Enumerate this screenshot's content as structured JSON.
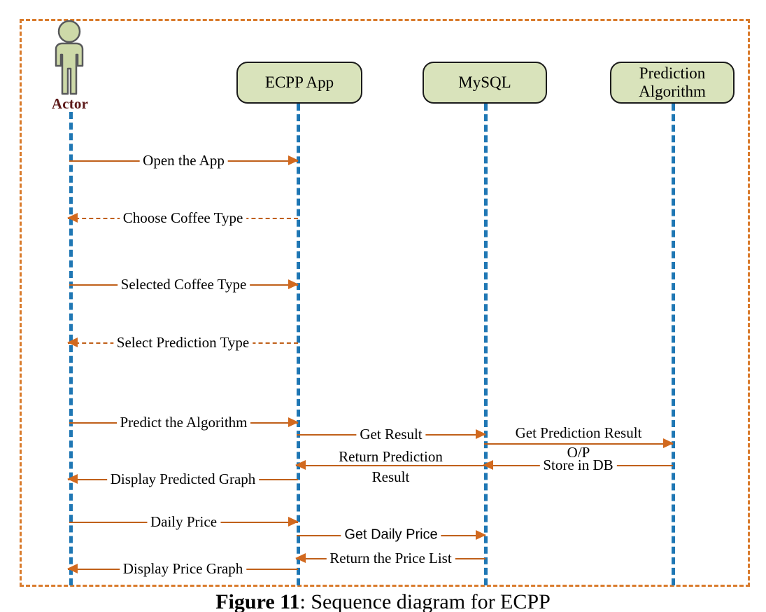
{
  "figure": {
    "caption_bold": "Figure 11",
    "caption_rest": ": Sequence diagram for ECPP"
  },
  "colors": {
    "frame": "#d97b2c",
    "lifeline": "#1f77b4",
    "arrow": "#c0601a",
    "box_fill": "#d9e3bb",
    "box_stroke": "#1b1b1b",
    "actor_fill": "#cdd9a8",
    "actor_stroke": "#58595b",
    "actor_label": "#5d1a1a"
  },
  "participants": [
    {
      "id": "actor",
      "label": "Actor",
      "label2": "",
      "type": "actor"
    },
    {
      "id": "app",
      "label": "ECPP App",
      "label2": "",
      "type": "box"
    },
    {
      "id": "mysql",
      "label": "MySQL",
      "label2": "",
      "type": "box"
    },
    {
      "id": "prediction",
      "label": "Prediction",
      "label2": "Algorithm",
      "type": "box"
    }
  ],
  "messages": [
    {
      "id": "m1",
      "text": "Open the App",
      "text2": "",
      "from": "actor",
      "to": "app",
      "dir": "right",
      "style": "solid"
    },
    {
      "id": "m2",
      "text": "Choose Coffee Type",
      "text2": "",
      "from": "app",
      "to": "actor",
      "dir": "left",
      "style": "dashed"
    },
    {
      "id": "m3",
      "text": "Selected Coffee Type",
      "text2": "",
      "from": "actor",
      "to": "app",
      "dir": "right",
      "style": "solid"
    },
    {
      "id": "m4",
      "text": "Select Prediction Type",
      "text2": "",
      "from": "app",
      "to": "actor",
      "dir": "left",
      "style": "dashed"
    },
    {
      "id": "m5",
      "text": "Predict the Algorithm",
      "text2": "",
      "from": "actor",
      "to": "app",
      "dir": "right",
      "style": "solid"
    },
    {
      "id": "m6",
      "text": "Get Result",
      "text2": "",
      "from": "app",
      "to": "mysql",
      "dir": "right",
      "style": "solid"
    },
    {
      "id": "m7",
      "text": "Get Prediction Result",
      "text2": "O/P",
      "from": "mysql",
      "to": "prediction",
      "dir": "right",
      "style": "solid"
    },
    {
      "id": "m8",
      "text": "Store in DB",
      "text2": "",
      "from": "prediction",
      "to": "mysql",
      "dir": "left",
      "style": "solid"
    },
    {
      "id": "m9",
      "text": "Return Prediction",
      "text2": "Result",
      "from": "mysql",
      "to": "app",
      "dir": "left",
      "style": "solid"
    },
    {
      "id": "m10",
      "text": "Display Predicted Graph",
      "text2": "",
      "from": "app",
      "to": "actor",
      "dir": "left",
      "style": "solid"
    },
    {
      "id": "m11",
      "text": "Daily Price",
      "text2": "",
      "from": "actor",
      "to": "app",
      "dir": "right",
      "style": "solid"
    },
    {
      "id": "m12",
      "text": "Get Daily Price",
      "text2": "",
      "from": "app",
      "to": "mysql",
      "dir": "right",
      "style": "solid"
    },
    {
      "id": "m13",
      "text": "Return the Price List",
      "text2": "",
      "from": "mysql",
      "to": "app",
      "dir": "left",
      "style": "solid"
    },
    {
      "id": "m14",
      "text": "Display Price Graph",
      "text2": "",
      "from": "app",
      "to": "actor",
      "dir": "left",
      "style": "solid"
    }
  ]
}
